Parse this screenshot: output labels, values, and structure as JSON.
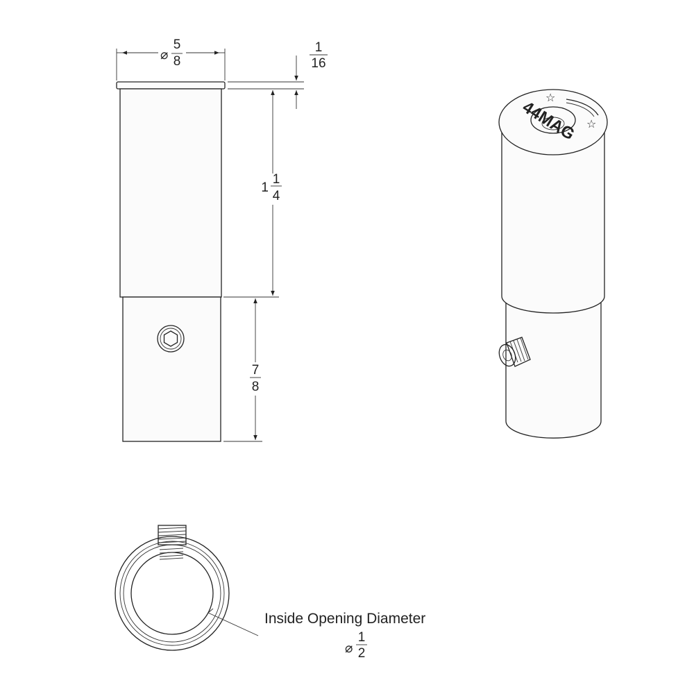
{
  "dimensions": {
    "top_diameter": {
      "symbol": "⌀",
      "num": "5",
      "den": "8"
    },
    "lip_thickness": {
      "num": "1",
      "den": "16"
    },
    "upper_length": {
      "whole": "1",
      "num": "1",
      "den": "4"
    },
    "lower_length": {
      "num": "7",
      "den": "8"
    }
  },
  "callout": {
    "label": "Inside Opening Diameter",
    "symbol": "⌀",
    "num": "1",
    "den": "2"
  },
  "logo": {
    "text": "44MAG"
  },
  "colors": {
    "line": "#222222",
    "background": "#ffffff"
  }
}
